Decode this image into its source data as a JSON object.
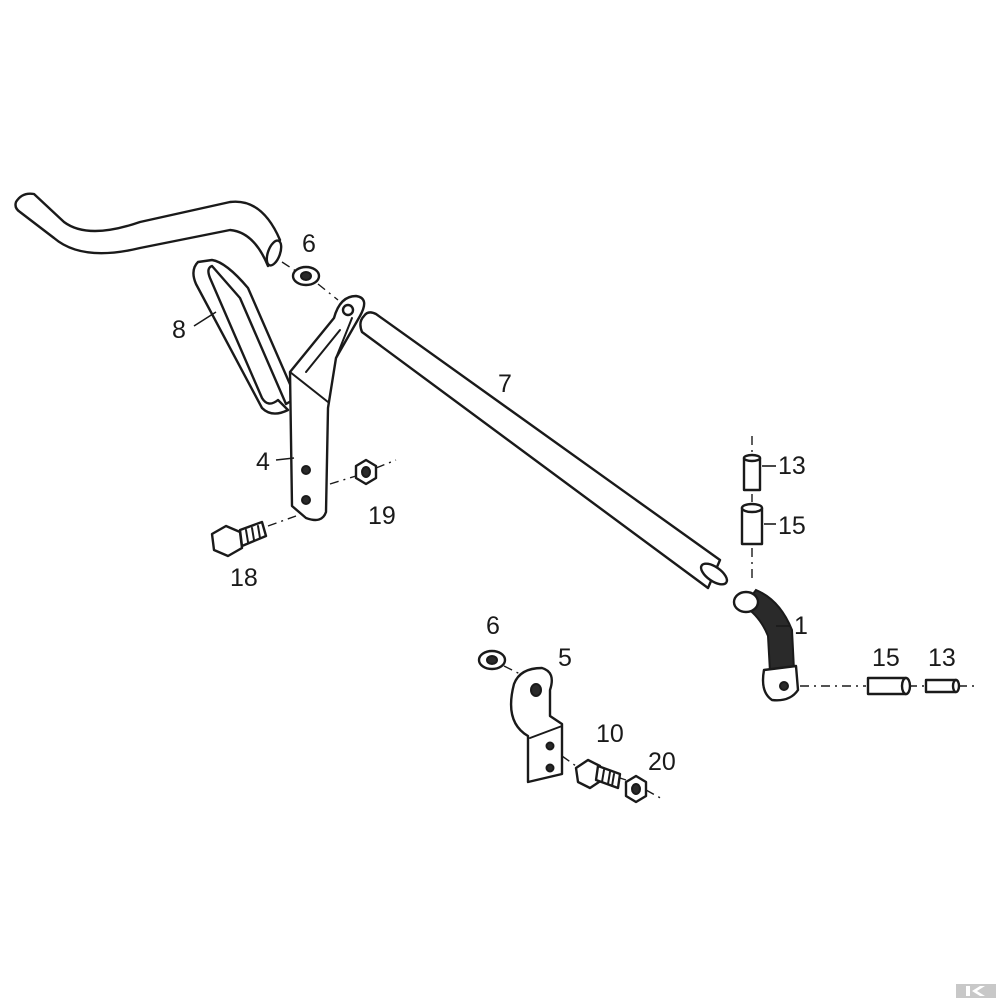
{
  "callouts": {
    "c1": "1",
    "c4": "4",
    "c5": "5",
    "c6a": "6",
    "c6b": "6",
    "c7": "7",
    "c8": "8",
    "c10": "10",
    "c13a": "13",
    "c13b": "13",
    "c15a": "15",
    "c15b": "15",
    "c18": "18",
    "c19": "19",
    "c20": "20"
  },
  "icons": {
    "watermark": "k-logo-mark"
  }
}
